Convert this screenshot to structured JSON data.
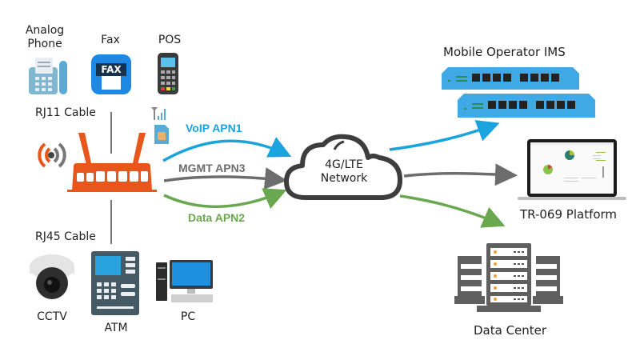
{
  "devices_top": {
    "analog_phone": "Analog\nPhone",
    "analog_phone_line1": "Analog",
    "analog_phone_line2": "Phone",
    "fax": "Fax",
    "fax_icon_text": "FAX",
    "pos": "POS"
  },
  "cables": {
    "rj11": "RJ11 Cable",
    "rj45": "RJ45 Cable"
  },
  "devices_bottom": {
    "cctv": "CCTV",
    "atm": "ATM",
    "pc": "PC"
  },
  "apns": {
    "voip": "VoIP APN1",
    "mgmt": "MGMT APN3",
    "data": "Data APN2"
  },
  "network": {
    "line1": "4G/LTE",
    "line2": "Network"
  },
  "destinations": {
    "ims": "Mobile Operator IMS",
    "tr069": "TR-069 Platform",
    "datacenter": "Data Center"
  },
  "colors": {
    "voip": "#1aa3dc",
    "mgmt": "#6d6d6d",
    "data": "#6aa84f",
    "router": "#e8561c",
    "switch": "#3fa9e6"
  }
}
